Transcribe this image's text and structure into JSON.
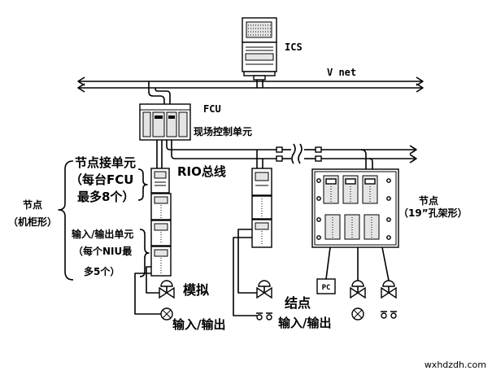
{
  "ics": {
    "label": "ICS"
  },
  "vnet": {
    "label": "V net"
  },
  "fcu": {
    "label": "FCU",
    "description": "现场控制单元"
  },
  "rio_bus": {
    "label": "RIO总线"
  },
  "cabinet_node": {
    "niu_label": "节点接单元",
    "niu_note_line1": "（每台FCU",
    "niu_note_line2": "最多8个）",
    "node_label": "节点",
    "node_type": "（机柜形）",
    "io_unit_label": "输入/输出单元",
    "io_note_line1": "（每个NIU最",
    "io_note_line2": "多5个）",
    "analog_label": "模拟",
    "io_label": "输入/输出"
  },
  "middle_node": {
    "contact_label": "结点",
    "io_label": "输入/输出"
  },
  "rack_node": {
    "node_label": "节点",
    "node_type": "（19”孔架形）",
    "pc_label": "PC"
  },
  "watermark": "wxhdzdh.com"
}
